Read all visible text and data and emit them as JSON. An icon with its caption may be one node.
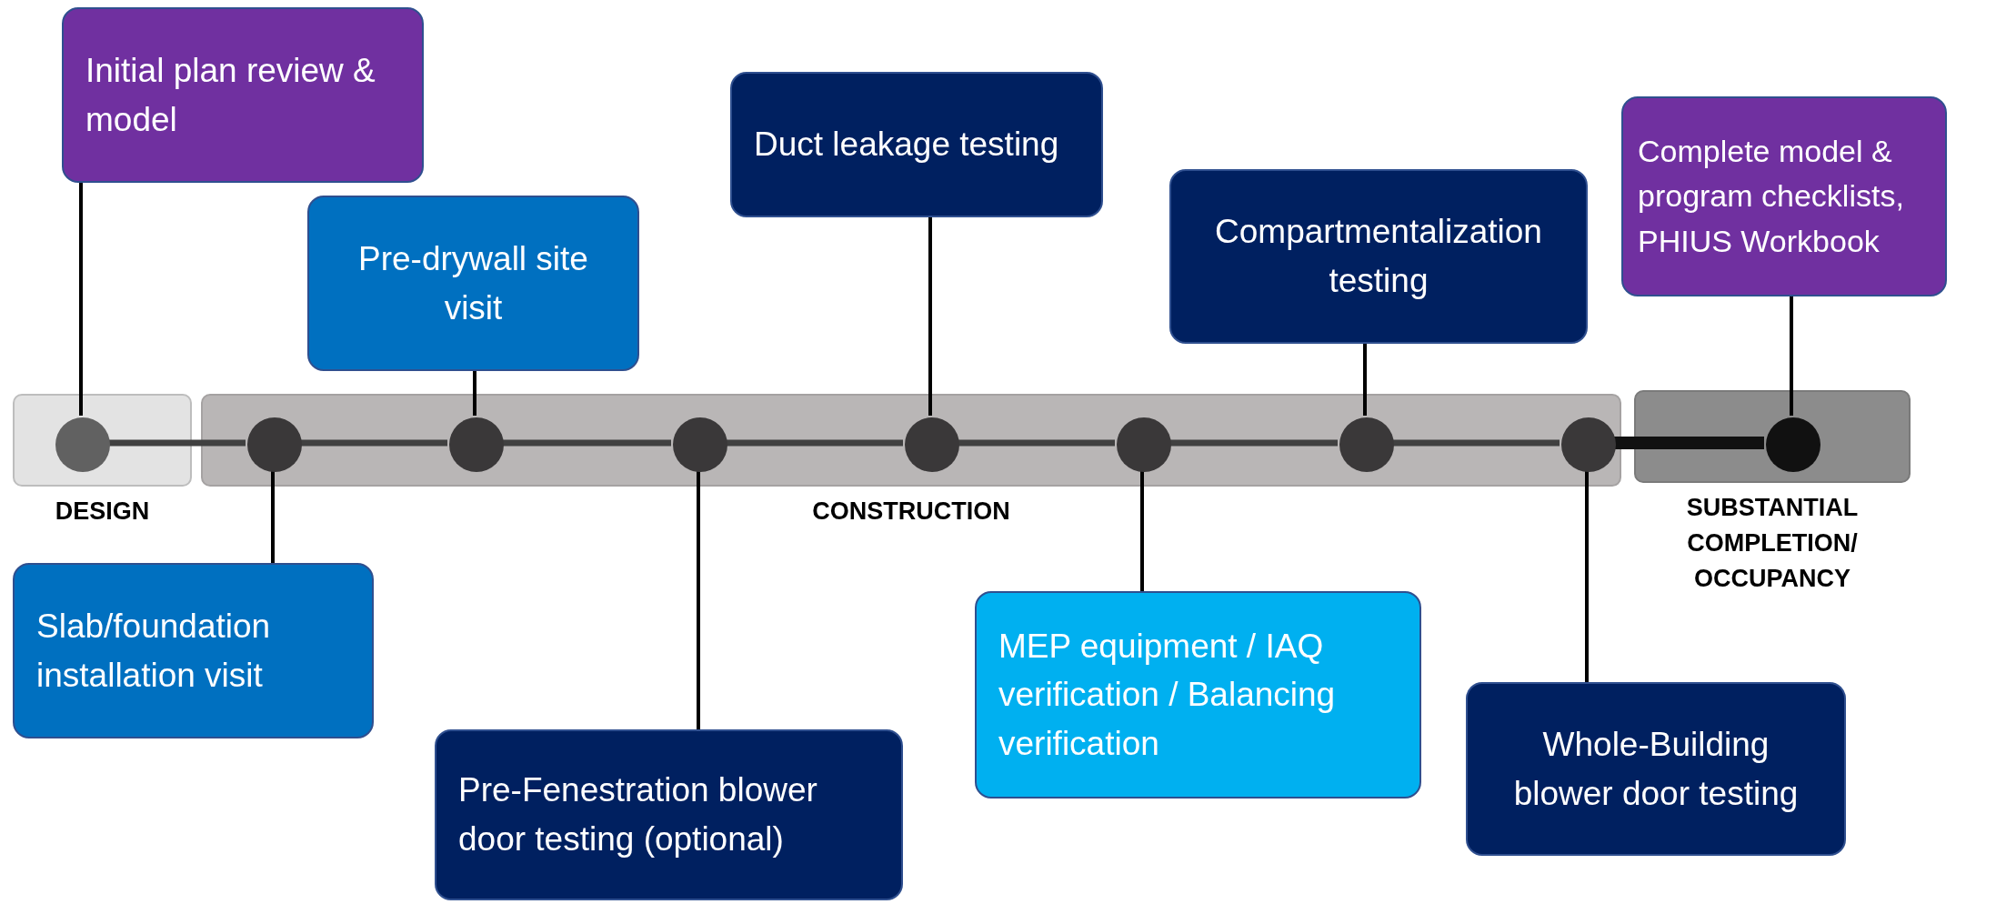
{
  "diagram": {
    "nodes": [
      {
        "text": [
          "DESIGN"
        ]
      },
      {
        "text": [
          "CONSTRUCTION"
        ]
      },
      {
        "text": [
          "SUBSTANTIAL COMPLETION/ OCCUPANCY"
        ]
      },
      {
        "text": [],
        "shape": "circle",
        "in": 0
      },
      {
        "text": [],
        "shape": "circle",
        "in": 1
      },
      {
        "text": [],
        "shape": "circle",
        "in": 1
      },
      {
        "text": [],
        "shape": "circle",
        "in": 1
      },
      {
        "text": [],
        "shape": "circle",
        "in": 1
      },
      {
        "text": [],
        "shape": "circle",
        "in": 1
      },
      {
        "text": [],
        "shape": "circle",
        "in": 1
      },
      {
        "text": [],
        "shape": "circle",
        "in": 1
      },
      {
        "text": [],
        "shape": "circle",
        "in": 2
      },
      {
        "text": [
          "Initial plan review & model"
        ]
      },
      {
        "text": [
          "Pre-drywall site visit"
        ]
      },
      {
        "text": [
          "Duct leakage testing"
        ]
      },
      {
        "text": [
          "Compartmentalization testing"
        ]
      },
      {
        "text": [
          "Complete model & program checklists, PHIUS Workbook"
        ]
      },
      {
        "text": [
          "Slab/foundation installation visit"
        ]
      },
      {
        "text": [
          "Pre-Fenestration blower door testing (optional)"
        ]
      },
      {
        "text": [
          "MEP equipment / IAQ verification / Balancing verification"
        ]
      },
      {
        "text": [
          "Whole-Building blower door testing"
        ]
      }
    ],
    "edges": [
      {
        "from": 3,
        "to": 4,
        "arrow": "none"
      },
      {
        "from": 4,
        "to": 5,
        "arrow": "none"
      },
      {
        "from": 5,
        "to": 6,
        "arrow": "none"
      },
      {
        "from": 6,
        "to": 7,
        "arrow": "none"
      },
      {
        "from": 7,
        "to": 8,
        "arrow": "none"
      },
      {
        "from": 8,
        "to": 9,
        "arrow": "none"
      },
      {
        "from": 9,
        "to": 10,
        "arrow": "none"
      },
      {
        "from": 10,
        "to": 11,
        "arrow": "none",
        "style": "thick"
      },
      {
        "from": 12,
        "to": 3,
        "arrow": "none"
      },
      {
        "from": 13,
        "to": 5,
        "arrow": "none"
      },
      {
        "from": 14,
        "to": 7,
        "arrow": "none"
      },
      {
        "from": 15,
        "to": 9,
        "arrow": "none"
      },
      {
        "from": 16,
        "to": 11,
        "arrow": "none"
      },
      {
        "from": 17,
        "to": 4,
        "arrow": "none"
      },
      {
        "from": 18,
        "to": 6,
        "arrow": "none"
      },
      {
        "from": 19,
        "to": 8,
        "arrow": "none"
      },
      {
        "from": 20,
        "to": 10,
        "arrow": "none"
      }
    ]
  }
}
